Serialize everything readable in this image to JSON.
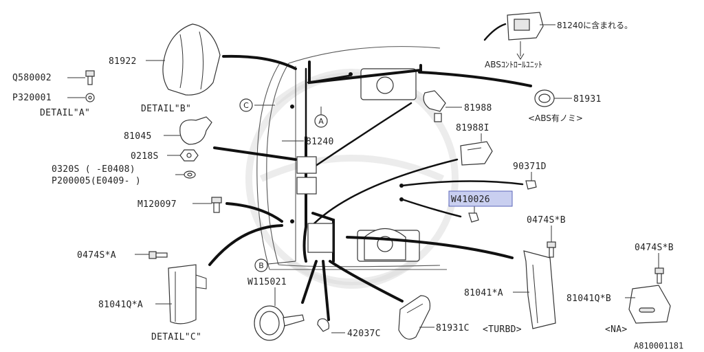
{
  "diagram": {
    "labels": {
      "p81240_note": "81240に含まれる。",
      "abs_control_unit": "ABSｺﾝﾄﾛｰﾙﾕﾆｯﾄ",
      "p81922": "81922",
      "q580002": "Q580002",
      "p320001": "P320001",
      "detail_a": "DETAIL\"A\"",
      "detail_b": "DETAIL\"B\"",
      "p81931": "81931",
      "abs_only": "<ABS有ノミ>",
      "p81988": "81988",
      "p81988i": "81988I",
      "p81045": "81045",
      "p0218s": "0218S",
      "p81240": "81240",
      "p0320s": "0320S  (  -E0408)",
      "p200005": "P200005(E0409-  )",
      "p90371": "90371D",
      "w410026": "W410026",
      "m120097": "M120097",
      "p0474s_b_1": "0474S*B",
      "p0474s_b_2": "0474S*B",
      "p0474s_a": "0474S*A",
      "w115021": "W115021",
      "p81041_a": "81041*A",
      "p81041q_a": "81041Q*A",
      "p81041q_b": "81041Q*B",
      "turbo": "<TURBD>",
      "na": "<NA>",
      "detail_c": "DETAIL\"C\"",
      "p42037c": "42037C",
      "p81931c": "81931C",
      "ref_code": "A810001181",
      "callout_a": "A",
      "callout_b": "B",
      "callout_c": "C"
    },
    "highlighted_part": "W410026",
    "colors": {
      "highlight_fill": "#c9cff0",
      "highlight_border": "#5a66b8",
      "ink": "#222222"
    }
  }
}
